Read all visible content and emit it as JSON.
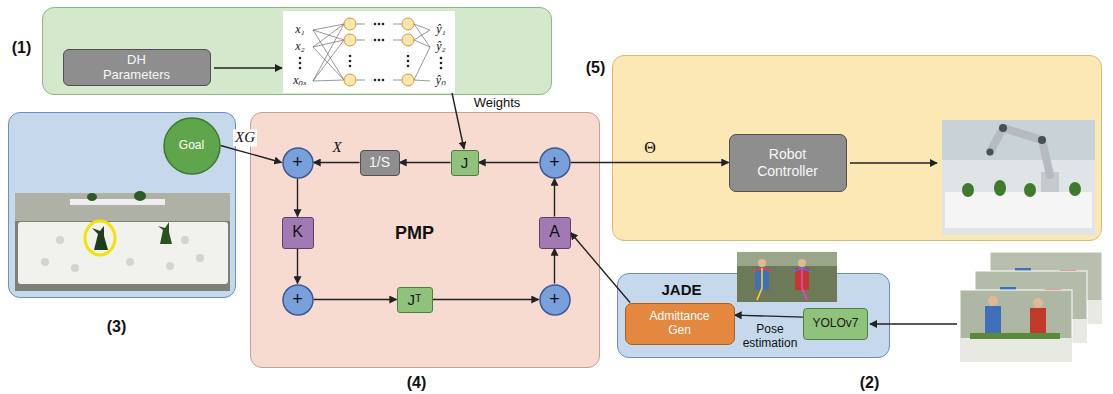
{
  "diagram": {
    "nodes": [
      {
        "text": [
          "(1)"
        ]
      },
      {
        "text": [
          "DH Parameters"
        ],
        "in": 0
      },
      {
        "text": [
          "(3)"
        ]
      },
      {
        "text": [
          "Goal"
        ],
        "in": 2
      },
      {
        "text": [
          "PMP",
          "(4)"
        ]
      },
      {
        "text": [
          "+"
        ],
        "in": 4
      },
      {
        "text": [
          "1/S"
        ],
        "in": 4
      },
      {
        "text": [
          "J"
        ],
        "in": 4
      },
      {
        "text": [
          "+"
        ],
        "in": 4
      },
      {
        "text": [
          "K"
        ],
        "in": 4
      },
      {
        "text": [
          "+"
        ],
        "in": 4
      },
      {
        "text": [
          "Jᵀ"
        ],
        "in": 4
      },
      {
        "text": [
          "+"
        ],
        "in": 4
      },
      {
        "text": [
          "A"
        ],
        "in": 4
      },
      {
        "text": [
          "(5)"
        ]
      },
      {
        "text": [
          "Robot Controller"
        ],
        "in": 14
      },
      {
        "text": [
          "JADE",
          "(2)"
        ]
      },
      {
        "text": [
          "Admittance Gen"
        ],
        "in": 16
      },
      {
        "text": [
          "YOLOv7"
        ],
        "in": 16
      }
    ],
    "edges": [
      {
        "from": 3,
        "to": 5,
        "label": "XG",
        "arrow": "to"
      },
      {
        "from": 6,
        "to": 5,
        "label": "X",
        "arrow": "to"
      },
      {
        "from": 7,
        "to": 6,
        "arrow": "to"
      },
      {
        "from": 8,
        "to": 7,
        "arrow": "to"
      },
      {
        "from": 5,
        "to": 9,
        "arrow": "to"
      },
      {
        "from": 9,
        "to": 10,
        "arrow": "to"
      },
      {
        "from": 10,
        "to": 11,
        "arrow": "to"
      },
      {
        "from": 11,
        "to": 12,
        "arrow": "to"
      },
      {
        "from": 12,
        "to": 13,
        "arrow": "to"
      },
      {
        "from": 13,
        "to": 8,
        "arrow": "to"
      },
      {
        "from": 8,
        "to": 15,
        "label": "Θ",
        "arrow": "to"
      },
      {
        "from": 17,
        "to": 13,
        "arrow": "to"
      },
      {
        "from": 18,
        "to": 17,
        "label": "Pose estimation",
        "arrow": "to"
      }
    ],
    "labels": [
      "x₁",
      "x₂",
      "xₙₓ",
      "ŷ₁",
      "ŷ₂",
      "ŷₙ",
      "Weights"
    ]
  }
}
